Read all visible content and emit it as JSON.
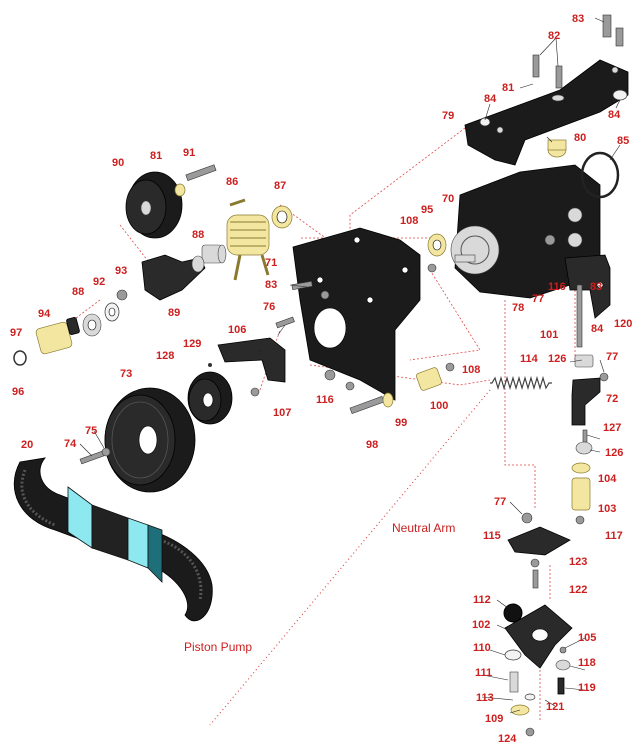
{
  "diagram": {
    "captions": {
      "neutral_arm": "Neutral Arm",
      "piston_pump": "Piston Pump"
    },
    "callouts": [
      "83",
      "82",
      "81",
      "84",
      "84",
      "85",
      "79",
      "80",
      "90",
      "81",
      "91",
      "86",
      "87",
      "88",
      "70",
      "108",
      "95",
      "71",
      "83",
      "93",
      "92",
      "88",
      "89",
      "94",
      "97",
      "96",
      "76",
      "106",
      "129",
      "128",
      "73",
      "83",
      "116",
      "78",
      "77",
      "120",
      "101",
      "84",
      "126",
      "77",
      "72",
      "108",
      "114",
      "100",
      "107",
      "116",
      "98",
      "99",
      "127",
      "126",
      "104",
      "103",
      "117",
      "20",
      "74",
      "75",
      "77",
      "115",
      "123",
      "122",
      "112",
      "102",
      "110",
      "105",
      "118",
      "111",
      "119",
      "113",
      "121",
      "109",
      "124"
    ]
  },
  "colors": {
    "callout": "#cc1f1f",
    "belt_highlight": "#8ee8f0",
    "yellow_part": "#f3e6a0"
  }
}
